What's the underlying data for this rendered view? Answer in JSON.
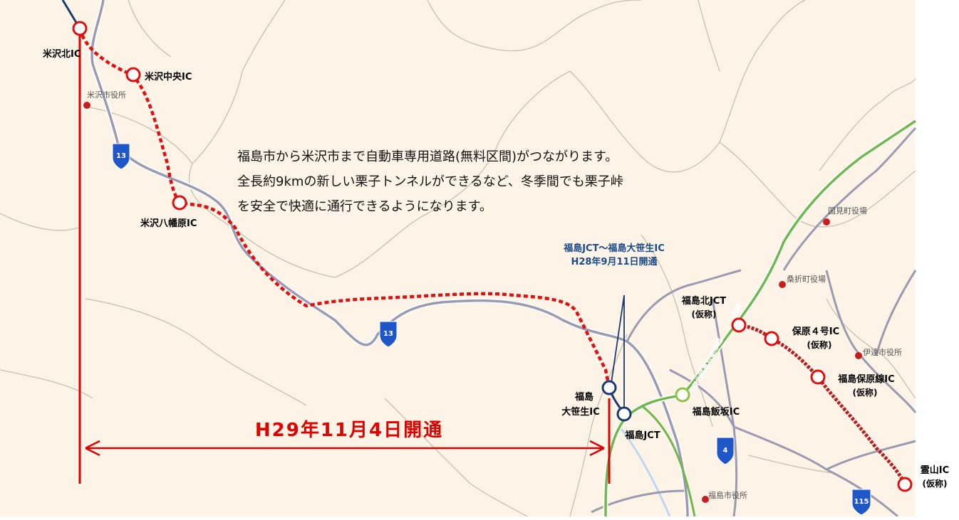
{
  "map": {
    "description_lines": [
      "福島市から米沢市まで自動車専用道路(無料区間)がつながります。",
      "全長約9kmの新しい栗子トンネルができるなど、冬季間でも栗子峠",
      "を安全で快適に通行できるようになります。"
    ],
    "opening_main": "H29年11月4日開通",
    "opening_fukushima_line1": "福島JCT〜福島大笹生IC",
    "opening_fukushima_line2": "H28年9月11日開通",
    "interchanges": {
      "yonezawa_kita": "米沢北IC",
      "yonezawa_chuo": "米沢中央IC",
      "yonezawa_hachimanbara": "米沢八幡原IC",
      "fukushima_osasou_line1": "福島",
      "fukushima_osasou_line2": "大笹生IC",
      "fukushima_jct": "福島JCT",
      "fukushima_iizaka": "福島飯坂IC",
      "fukushima_kita_jct": "福島北JCT",
      "fukushima_kita_jct_note": "(仮称)",
      "hobara4": "保原４号IC",
      "hobara4_note": "(仮称)",
      "fukushima_hobarasen": "福島保原線IC",
      "fukushima_hobarasen_note": "(仮称)",
      "ryozen": "霊山IC",
      "ryozen_note": "(仮称)"
    },
    "municipalities": {
      "yonezawa": "米沢市役所",
      "kunimi": "国見町役場",
      "koori": "桑折町役場",
      "date": "伊達市役所",
      "fukushima": "福島市役所"
    },
    "route_shields": {
      "r13_a": "13",
      "r13_b": "13",
      "r4": "4",
      "r115": "115"
    },
    "expressway_name": "東北縦貫自動車道",
    "expressway_name2": "弘前線",
    "colors": {
      "planned_route": "#e01010",
      "open_ic": "#1a3a70",
      "existing_ic": "#8bc34a",
      "expressway": "#6fb84f",
      "national_road": "#9a9ab0",
      "background": "#fdf3e6",
      "border": "#c9bfae",
      "shield": "#1f56c8"
    }
  }
}
